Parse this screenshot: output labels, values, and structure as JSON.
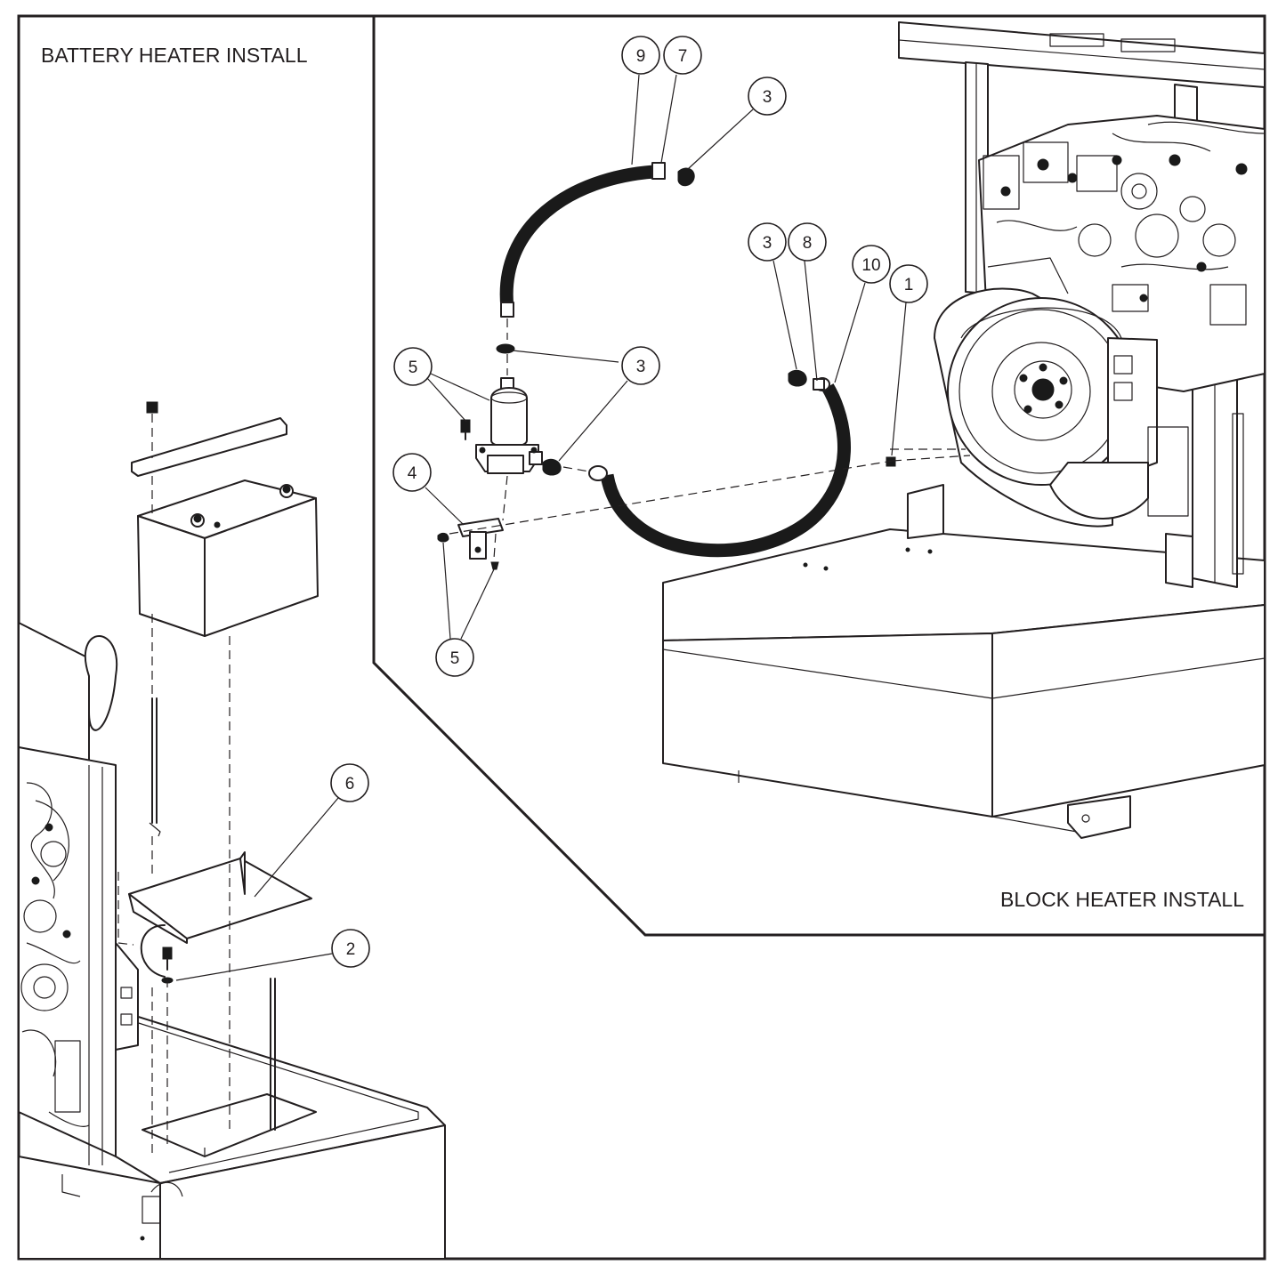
{
  "panels": {
    "battery": {
      "title": "BATTERY HEATER INSTALL"
    },
    "block": {
      "title": "BLOCK HEATER INSTALL"
    }
  },
  "callouts": {
    "c9": "9",
    "c7": "7",
    "c3_top": "3",
    "c3_mid": "3",
    "c8": "8",
    "c10": "10",
    "c1": "1",
    "c5_upper": "5",
    "c3_lower": "3",
    "c4": "4",
    "c5_lower": "5",
    "c6": "6",
    "c2": "2"
  },
  "colors": {
    "line": "#231f20",
    "hose": "#1a1a1a",
    "background": "#ffffff"
  }
}
